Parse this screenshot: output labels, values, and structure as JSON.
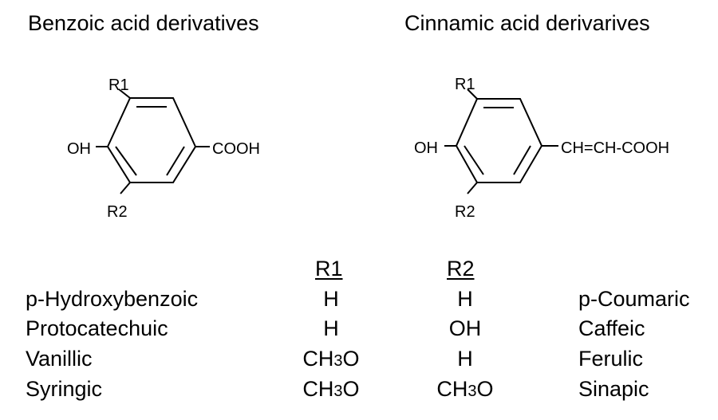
{
  "titles": {
    "left": "Benzoic acid derivatives",
    "right": "Cinnamic acid derivarives"
  },
  "structures": {
    "benzoic": {
      "r1": "R1",
      "r2": "R2",
      "oh": "OH",
      "substituent": "COOH"
    },
    "cinnamic": {
      "r1": "R1",
      "r2": "R2",
      "oh": "OH",
      "substituent": "CH=CH-COOH"
    }
  },
  "table": {
    "headers": {
      "r1": "R1",
      "r2": "R2"
    },
    "rows": [
      {
        "benzoic": "p-Hydroxybenzoic",
        "r1": "H",
        "r2": "H",
        "cinnamic": "p-Coumaric"
      },
      {
        "benzoic": "Protocatechuic",
        "r1": "H",
        "r2": "OH",
        "cinnamic": "Caffeic"
      },
      {
        "benzoic": "Vanillic",
        "r1": "CH3O",
        "r2": "H",
        "cinnamic": "Ferulic"
      },
      {
        "benzoic": "Syringic",
        "r1": "CH3O",
        "r2": "CH3O",
        "cinnamic": "Sinapic"
      }
    ]
  }
}
